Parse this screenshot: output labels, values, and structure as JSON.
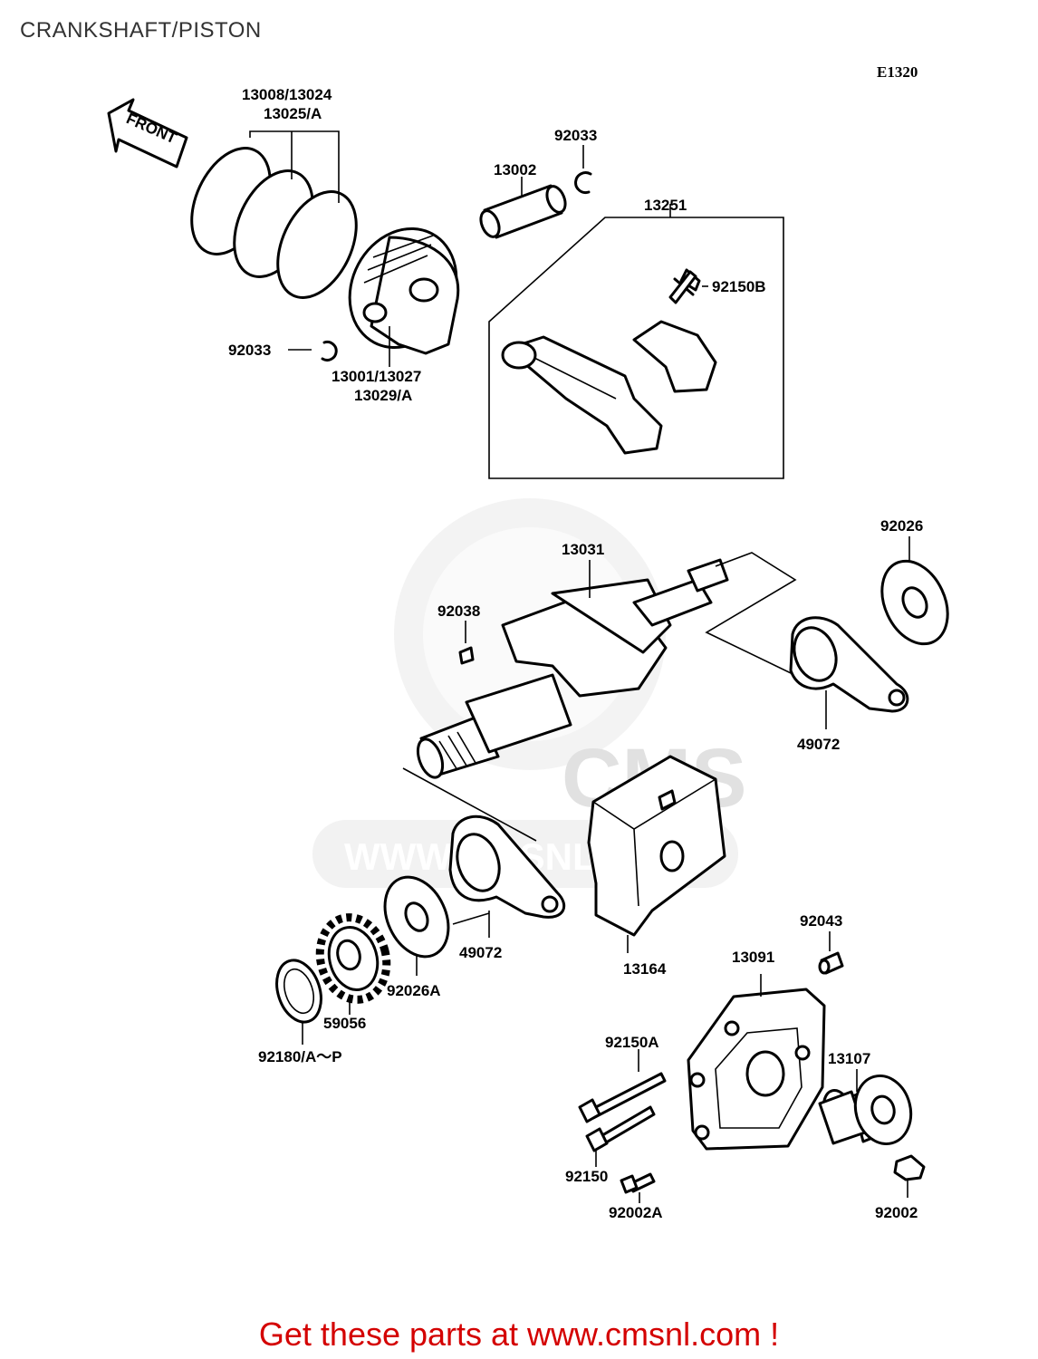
{
  "header": {
    "title": "CRANKSHAFT/PISTON",
    "diagram_code": "E1320"
  },
  "front_arrow": {
    "label": "FRONT"
  },
  "watermark": {
    "logo_text": "CMS",
    "url_text": "WWW.CMSNL.COM"
  },
  "parts": {
    "rings": {
      "label_line1": "13008/13024",
      "label_line2": "13025/A"
    },
    "piston": {
      "label_line1": "13001/13027",
      "label_line2": "13029/A"
    },
    "circlip_left": {
      "label": "92033"
    },
    "circlip_top": {
      "label": "92033"
    },
    "piston_pin": {
      "label": "13002"
    },
    "con_rod_assy": {
      "label": "13251"
    },
    "rod_bolt": {
      "label": "92150B"
    },
    "crankshaft": {
      "label": "13031"
    },
    "key": {
      "label": "92038"
    },
    "washer_right": {
      "label": "92026"
    },
    "weight_right": {
      "label": "49072"
    },
    "weight_left": {
      "label": "49072"
    },
    "washer_left": {
      "label": "92026A"
    },
    "gear": {
      "label": "59056"
    },
    "shim": {
      "label": "92180/A～P"
    },
    "balancer_block": {
      "label": "13164"
    },
    "dowel": {
      "label": "92043"
    },
    "cover": {
      "label": "13091"
    },
    "long_bolt_a": {
      "label": "92150A"
    },
    "bolt_b": {
      "label": "92150"
    },
    "bolt_c": {
      "label": "92002A"
    },
    "guide": {
      "label": "13107"
    },
    "small_bolt": {
      "label": "92002"
    }
  },
  "footer": {
    "cta": "Get these parts at www.cmsnl.com !"
  }
}
